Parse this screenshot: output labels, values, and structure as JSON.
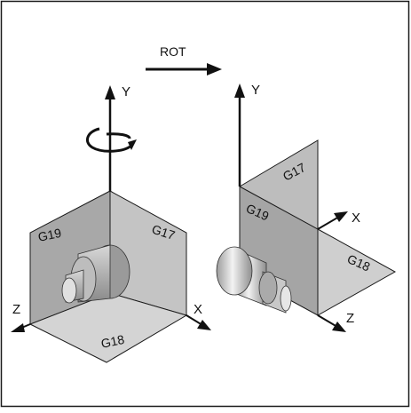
{
  "annotation": {
    "rotation_label": "ROT"
  },
  "left_view": {
    "axes": {
      "y": "Y",
      "z": "Z",
      "x": "X"
    },
    "planes": {
      "g19": "G19",
      "g17": "G17",
      "g18": "G18"
    }
  },
  "right_view": {
    "axes": {
      "y": "Y",
      "x": "X",
      "z": "Z"
    },
    "planes": {
      "g17": "G17",
      "g19": "G19",
      "g18": "G18"
    }
  },
  "colors": {
    "frame": "#1a1a1a",
    "plane_dark": "#9a9a9a",
    "plane_mid": "#b5b5b5",
    "plane_light": "#cfcfcf"
  }
}
